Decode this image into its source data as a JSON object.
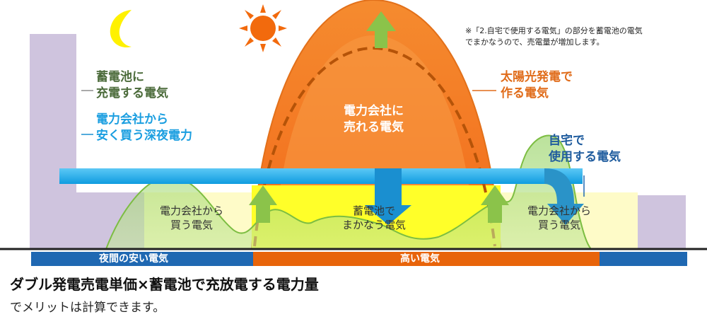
{
  "labels": {
    "charge_battery": "蓄電池に\n充電する電気",
    "night_power": "電力会社から\n安く買う深夜電力",
    "solar_generated": "太陽光発電で\n作る電気",
    "home_use": "自宅で\n使用する電気",
    "sell_power": "電力会社に\n売れる電気",
    "buy_power_left": "電力会社から\n買う電気",
    "battery_supply": "蓄電池で\nまかなう電気",
    "buy_power_right": "電力会社から\n買う電気",
    "night_cheap": "夜間の安い電気",
    "expensive": "高い電気"
  },
  "note": "※「2.自宅で使用する電気」の部分を蓄電池の電気\nでまかなうので、売電量が増加します。",
  "headline": "ダブル発電売電単価×蓄電池で充放電する電力量",
  "subline": "でメリットは計算できます。",
  "colors": {
    "lavender": "#cfc4de",
    "orange": "#f08a2c",
    "yellow": "#ffff29",
    "light_yellow": "#fefbc8",
    "blue_flow": "#19a6ea",
    "green": "#8bc34a",
    "navy_bar": "#1f68b2",
    "orange_bar": "#e8640a"
  },
  "icons": [
    "moon-icon",
    "sun-icon"
  ]
}
